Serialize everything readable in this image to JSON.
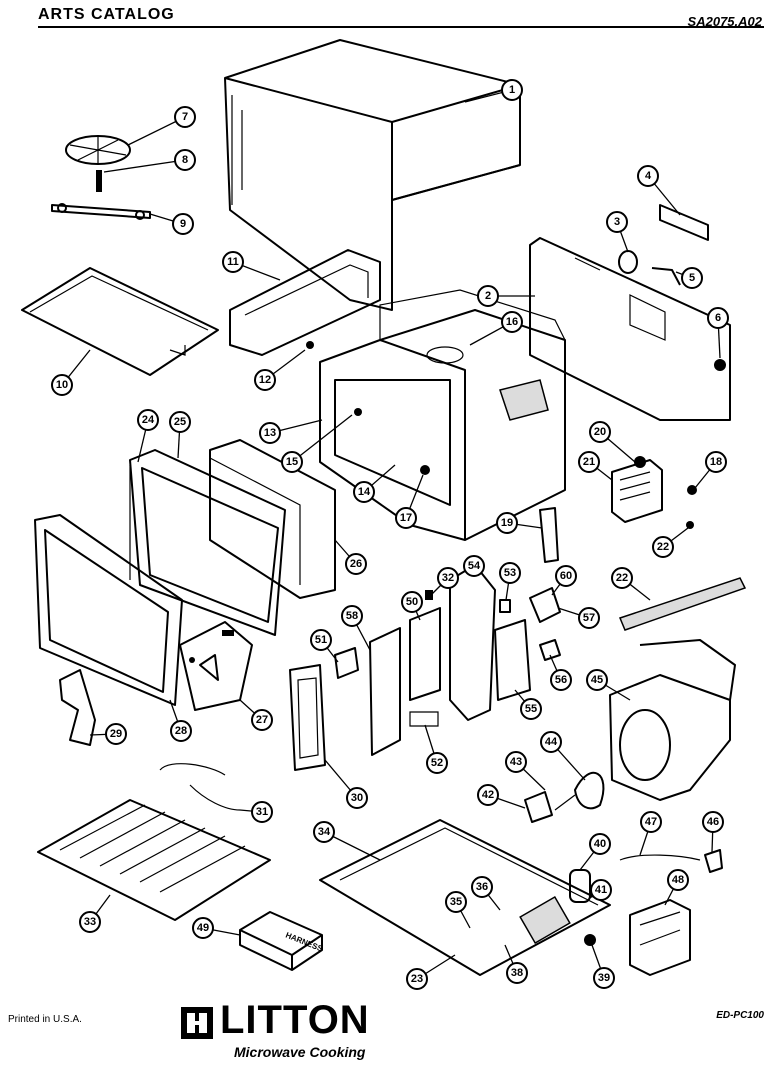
{
  "header": {
    "title": "ARTS CATALOG",
    "doc_number": "SA2075.A02"
  },
  "callouts": [
    {
      "id": "c1",
      "label": "1"
    },
    {
      "id": "c7",
      "label": "7"
    },
    {
      "id": "c8",
      "label": "8"
    },
    {
      "id": "c9",
      "label": "9"
    },
    {
      "id": "c4",
      "label": "4"
    },
    {
      "id": "c3",
      "label": "3"
    },
    {
      "id": "c5",
      "label": "5"
    },
    {
      "id": "c6",
      "label": "6"
    },
    {
      "id": "c11",
      "label": "11"
    },
    {
      "id": "c2",
      "label": "2"
    },
    {
      "id": "c10",
      "label": "10"
    },
    {
      "id": "c16",
      "label": "16"
    },
    {
      "id": "c12",
      "label": "12"
    },
    {
      "id": "c13",
      "label": "13"
    },
    {
      "id": "c24",
      "label": "24"
    },
    {
      "id": "c25",
      "label": "25"
    },
    {
      "id": "c15",
      "label": "15"
    },
    {
      "id": "c14",
      "label": "14"
    },
    {
      "id": "c17",
      "label": "17"
    },
    {
      "id": "c20",
      "label": "20"
    },
    {
      "id": "c21",
      "label": "21"
    },
    {
      "id": "c18",
      "label": "18"
    },
    {
      "id": "c26",
      "label": "26"
    },
    {
      "id": "c19",
      "label": "19"
    },
    {
      "id": "c22a",
      "label": "22"
    },
    {
      "id": "c32",
      "label": "32"
    },
    {
      "id": "c54",
      "label": "54"
    },
    {
      "id": "c53",
      "label": "53"
    },
    {
      "id": "c58",
      "label": "58"
    },
    {
      "id": "c22b",
      "label": "22"
    },
    {
      "id": "c50",
      "label": "50"
    },
    {
      "id": "c60",
      "label": "60"
    },
    {
      "id": "c57",
      "label": "57"
    },
    {
      "id": "c51",
      "label": "51"
    },
    {
      "id": "c56",
      "label": "56"
    },
    {
      "id": "c55",
      "label": "55"
    },
    {
      "id": "c45",
      "label": "45"
    },
    {
      "id": "c27",
      "label": "27"
    },
    {
      "id": "c28",
      "label": "28"
    },
    {
      "id": "c29",
      "label": "29"
    },
    {
      "id": "c52",
      "label": "52"
    },
    {
      "id": "c43",
      "label": "43"
    },
    {
      "id": "c44",
      "label": "44"
    },
    {
      "id": "c30",
      "label": "30"
    },
    {
      "id": "c42",
      "label": "42"
    },
    {
      "id": "c31",
      "label": "31"
    },
    {
      "id": "c34",
      "label": "34"
    },
    {
      "id": "c47",
      "label": "47"
    },
    {
      "id": "c46",
      "label": "46"
    },
    {
      "id": "c40",
      "label": "40"
    },
    {
      "id": "c33",
      "label": "33"
    },
    {
      "id": "c36",
      "label": "36"
    },
    {
      "id": "c35",
      "label": "35"
    },
    {
      "id": "c41",
      "label": "41"
    },
    {
      "id": "c48",
      "label": "48"
    },
    {
      "id": "c49",
      "label": "49"
    },
    {
      "id": "c38",
      "label": "38"
    },
    {
      "id": "c23",
      "label": "23"
    },
    {
      "id": "c39",
      "label": "39"
    }
  ],
  "parts_text": {
    "harness": "HARNESS"
  },
  "footer": {
    "printed": "Printed in U.S.A.",
    "brand": "LITTON",
    "tagline": "Microwave Cooking",
    "code": "ED-PC100"
  }
}
